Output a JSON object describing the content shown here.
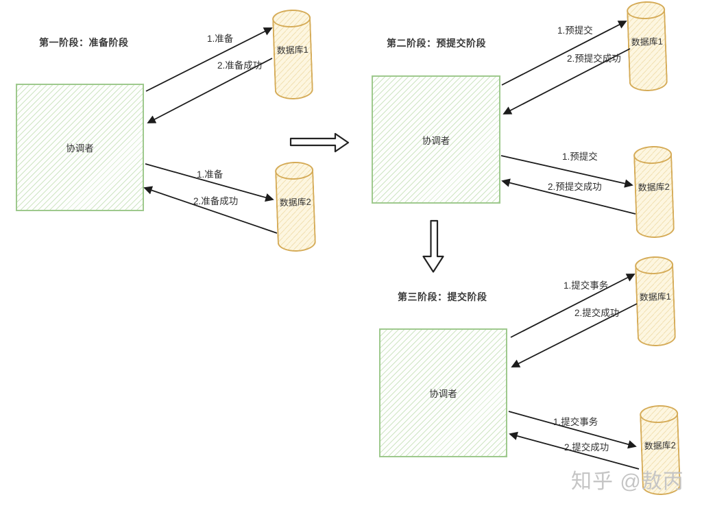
{
  "phases": [
    {
      "title": "第一阶段：准备阶段",
      "coordinator_label": "协调者",
      "databases": [
        "数据库1",
        "数据库2"
      ],
      "messages": [
        "1.准备",
        "2.准备成功",
        "1.准备",
        "2.准备成功"
      ]
    },
    {
      "title": "第二阶段：预提交阶段",
      "coordinator_label": "协调者",
      "databases": [
        "数据库1",
        "数据库2"
      ],
      "messages": [
        "1.预提交",
        "2.预提交成功",
        "1.预提交",
        "2.预提交成功"
      ]
    },
    {
      "title": "第三阶段：提交阶段",
      "coordinator_label": "协调者",
      "databases": [
        "数据库1",
        "数据库2"
      ],
      "messages": [
        "1.提交事务",
        "2.提交成功",
        "1.提交事务",
        "2.提交成功"
      ]
    }
  ],
  "watermark": "知乎 @敖丙",
  "colors": {
    "coordinator_border": "#9ec98d",
    "coordinator_hatch": "#cfe5c3",
    "cylinder_border": "#d5ab57",
    "cylinder_fill": "#fdf6e0",
    "cylinder_hatch": "#f1e0b2",
    "arrow": "#1c1c1c",
    "text": "#3a3a3a",
    "watermark": "#c5c5c5"
  }
}
